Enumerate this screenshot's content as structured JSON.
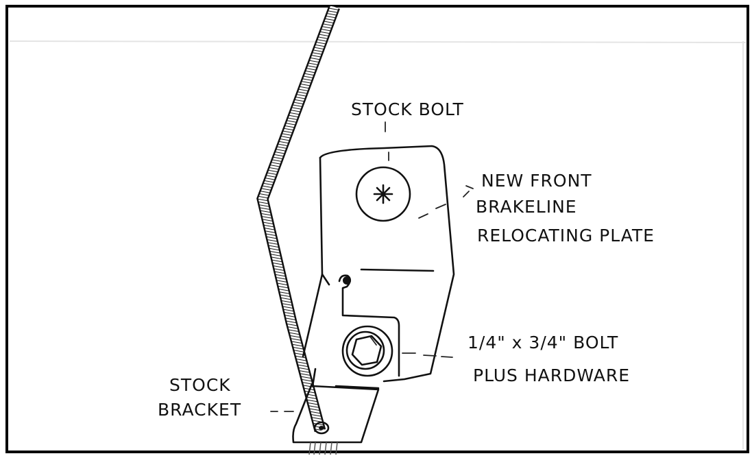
{
  "diagram": {
    "labels": {
      "stock_bolt": "STOCK BOLT",
      "plate_line1": "NEW FRONT",
      "plate_line2": "BRAKELINE",
      "plate_line3": "RELOCATING PLATE",
      "bolt_line1": "1/4\" x 3/4\" BOLT",
      "bolt_line2": "PLUS HARDWARE",
      "bracket_line1": "STOCK",
      "bracket_line2": "BRACKET"
    },
    "colors": {
      "ink": "#111111",
      "paper": "#ffffff",
      "border": "#000000"
    }
  }
}
